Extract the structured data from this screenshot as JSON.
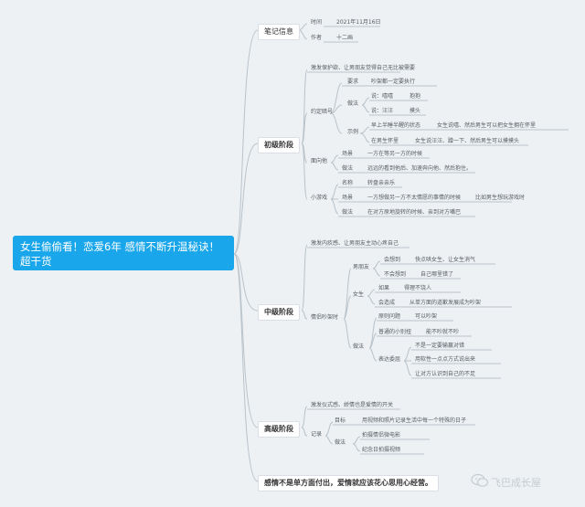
{
  "root": "女生偷偷看！恋爱6年 感情不断升温秘诀！超干货",
  "notes": {
    "title": "笔记信息",
    "time_label": "时间",
    "time_value": "2021年11月16日",
    "author_label": "作者",
    "author_value": "十二画"
  },
  "primary": {
    "title": "初级阶段",
    "intro": "激发保护欲、让男朋友觉得自己无比被需要",
    "code": {
      "label": "约定暗号",
      "require_label": "要求",
      "require_value": "吵架都一定要执行",
      "method_label": "做法",
      "say1": "说：嘻嘻",
      "say1_act": "抱抱",
      "say2": "说：汪汪",
      "say2_act": "摸头",
      "example_label": "示例",
      "ex1": "早上半睡半醒的状态",
      "ex1_detail": "女生说嘻、然后男生可以把女生拥在怀里",
      "ex2": "在男生怀里",
      "ex2_detail": "女生说汪汪、蹭一下、然后男生可以摸摸头"
    },
    "face": {
      "label": "面向他",
      "scene_label": "场景",
      "scene_value": "一方在等另一方的时候",
      "method_label": "做法",
      "method_value": "远远的看到他后、加速奔向他、然后抱住。"
    },
    "game": {
      "label": "小游戏",
      "name_label": "名称",
      "name_value": "转盘亲亲乐",
      "scene_label": "场景",
      "scene_value": "一方想做另一方不太情愿的事情的时候",
      "scene_ex": "比如男生想玩游戏时",
      "method_label": "做法",
      "method_value": "在对方原地旋转的时候、亲到对方嘴巴"
    }
  },
  "middle": {
    "title": "中级阶段",
    "intro": "激发内疚感、让男朋友主动心疼自己",
    "quarrel": {
      "label": "情侣吵架时",
      "bf_label": "男朋友",
      "bf_think": "会想到",
      "bf_think_value": "快点哄女生、让女生消气",
      "bf_not": "不会想到",
      "bf_not_value": "自己哪里错了",
      "gf_label": "女生",
      "gf_if": "如果",
      "gf_if_value": "得理不饶人",
      "gf_cause": "会造成",
      "gf_cause_value": "从单方面的道歉发展成为吵架",
      "method_label": "做法",
      "m1": "原则问题",
      "m1_value": "可以吵架",
      "m2": "普通的小别扭",
      "m2_value": "能不吵就不吵",
      "m3": "表达委屈",
      "m3_a": "不是一定要输赢对错",
      "m3_b": "用软性一点点方式说出来",
      "m3_c": "让对方认识到自己的不足"
    }
  },
  "advanced": {
    "title": "高级阶段",
    "intro": "激发仪式感、娇情也是爱情的开关",
    "record": {
      "label": "记录",
      "goal_label": "目标",
      "goal_value": "用视频和照片记录生活中每一个特殊的日子",
      "method_label": "做法",
      "m1": "拍摄情侣微电影",
      "m2": "纪念日拍摄视频"
    }
  },
  "conclusion": "感情不是单方面付出，爱情就应该花心思用心经营。",
  "watermark": "飞巴成长屋"
}
